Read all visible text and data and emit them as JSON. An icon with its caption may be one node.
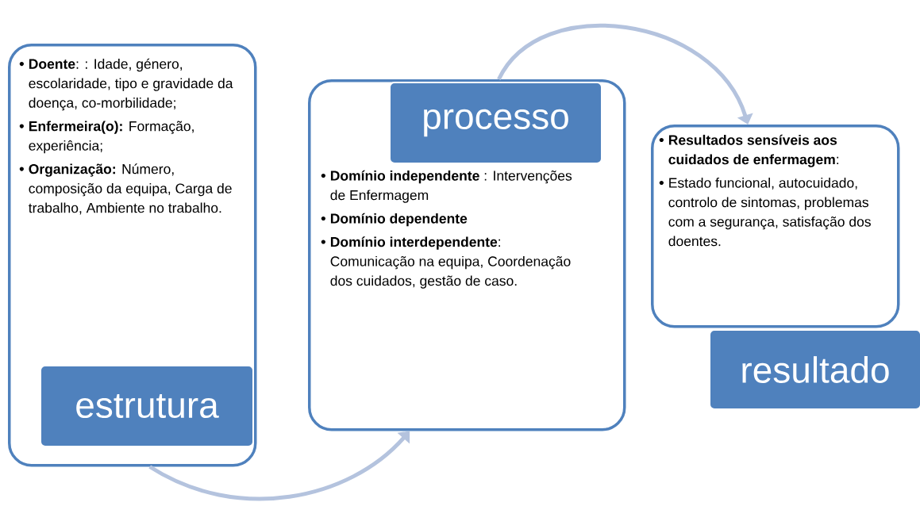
{
  "diagram": {
    "nodes": [
      {
        "text": [
          "**Doente**: : Idade, género, escolaridade, tipo e gravidade da doença, co-morbilidade;",
          "**Enfermeira(o):** Formação, experiência;",
          "**Organização:** Número, composição da equipa, Carga de trabalho, Ambiente no trabalho."
        ]
      },
      {
        "text": [
          "estrutura"
        ],
        "in": 0
      },
      {
        "text": [
          "**Domínio independente** : Intervenções de Enfermagem",
          "**Domínio dependente**",
          "**Domínio interdependente**: Comunicação na equipa, Coordenação dos cuidados, gestão de caso."
        ]
      },
      {
        "text": [
          "processo"
        ],
        "in": 2
      },
      {
        "text": [
          "**Resultados sensíveis aos cuidados de enfermagem**:",
          "Estado funcional, autocuidado, controlo de sintomas, problemas com a segurança, satisfação dos doentes."
        ]
      },
      {
        "text": [
          "resultado"
        ]
      }
    ],
    "edges": [
      {
        "from": 0,
        "to": 2,
        "arrow": "to"
      },
      {
        "from": 2,
        "to": 4,
        "arrow": "to"
      }
    ]
  }
}
